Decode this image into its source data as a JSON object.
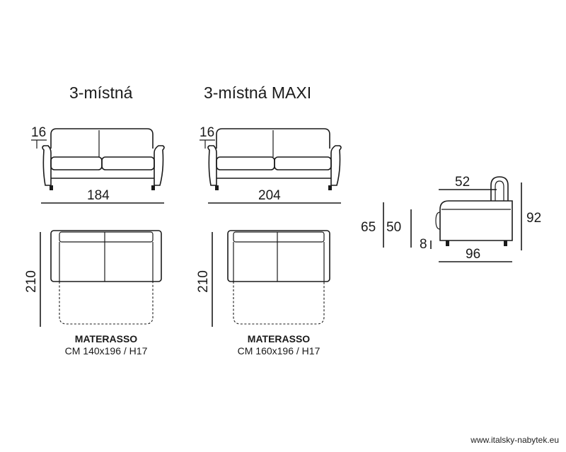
{
  "models": [
    {
      "title": "3-místná",
      "arm_height": "16",
      "width": "184",
      "depth_open": "210",
      "mattress_label": "MATERASSO",
      "mattress_size": "CM 140x196 / H17"
    },
    {
      "title": "3-místná MAXI",
      "arm_height": "16",
      "width": "204",
      "depth_open": "210",
      "mattress_label": "MATERASSO",
      "mattress_size": "CM 160x196 / H17"
    }
  ],
  "side_view": {
    "seat_depth": "52",
    "seat_height_total": "65",
    "seat_height": "50",
    "leg_height": "8",
    "depth": "96",
    "height": "92"
  },
  "footer": {
    "website": "www.italsky-nabytek.eu"
  }
}
